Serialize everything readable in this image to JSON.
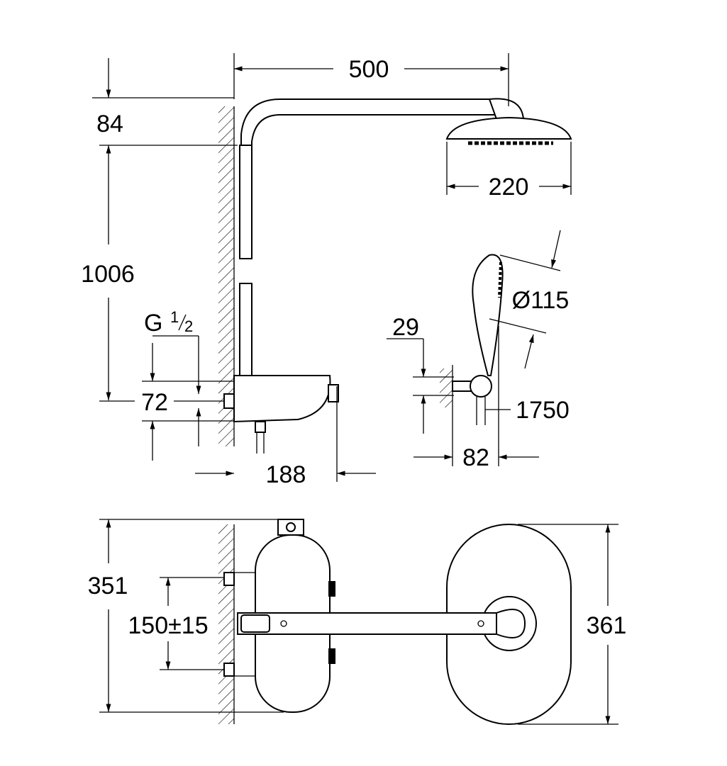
{
  "title": "Shower system dimension drawing",
  "dimensions": {
    "arm_length": "500",
    "top_offset": "84",
    "head_diameter": "220",
    "height": "1006",
    "connection_thread": "G",
    "thread_num": "1",
    "thread_den": "2",
    "hand_shower_diameter": "Ø115",
    "holder_offset": "29",
    "inlet_offset": "72",
    "hose_length": "1750",
    "holder_projection": "82",
    "thermostat_depth": "188",
    "front_height": "351",
    "inlet_spacing": "150±15",
    "plate_height": "361"
  }
}
